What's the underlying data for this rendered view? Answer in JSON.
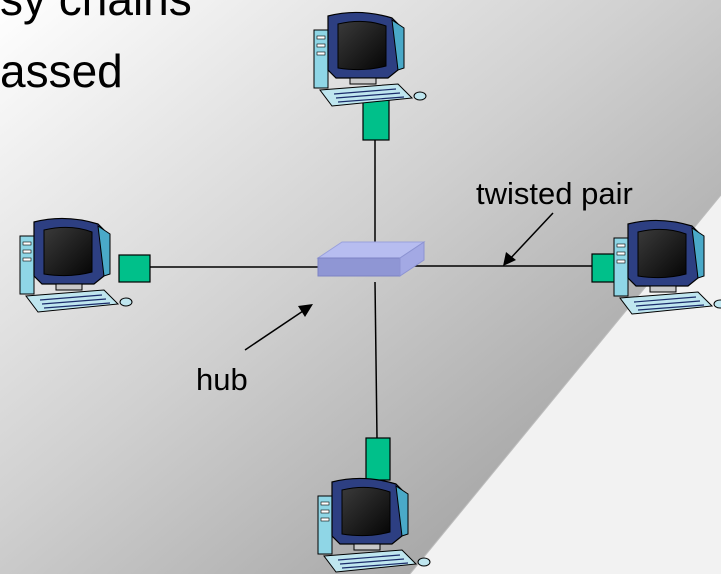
{
  "heading": {
    "line1": "sy chains",
    "line2": "assed"
  },
  "labels": {
    "twisted_pair": "twisted pair",
    "hub": "hub"
  },
  "colors": {
    "background_dark": "#9a9a9a",
    "background_light": "#f2f2f2",
    "hub_top": "#a9b0e6",
    "hub_side": "#8e95d1",
    "connector": "#00c08a",
    "monitor_frame": "#2a3a78",
    "monitor_screen": "#141414",
    "tower": "#62c4d8"
  },
  "icons": {
    "computer": "desktop-computer-icon",
    "hub": "hub-device-icon"
  }
}
